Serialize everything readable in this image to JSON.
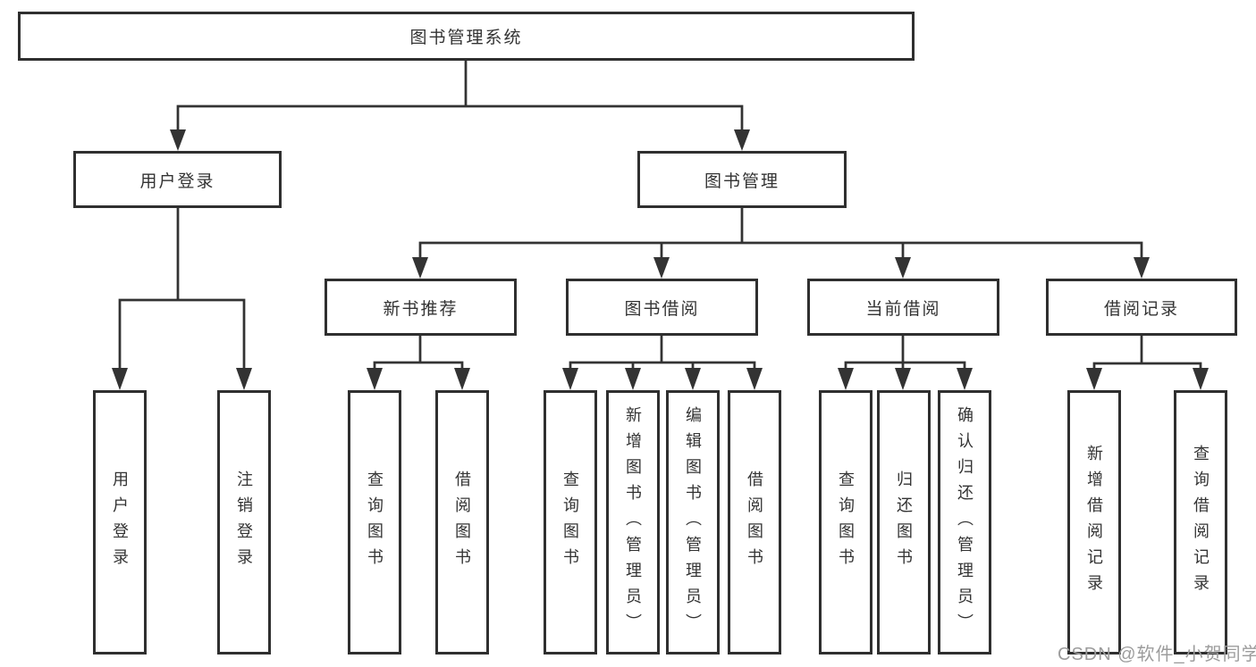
{
  "tree": {
    "label": "图书管理系统",
    "children": [
      {
        "label": "用户登录",
        "children": [
          {
            "label": "用户登录"
          },
          {
            "label": "注销登录"
          }
        ]
      },
      {
        "label": "图书管理",
        "children": [
          {
            "label": "新书推荐",
            "children": [
              {
                "label": "查询图书"
              },
              {
                "label": "借阅图书"
              }
            ]
          },
          {
            "label": "图书借阅",
            "children": [
              {
                "label": "查询图书"
              },
              {
                "label": "新增图书（管理员）"
              },
              {
                "label": "编辑图书（管理员）"
              },
              {
                "label": "借阅图书"
              }
            ]
          },
          {
            "label": "当前借阅",
            "children": [
              {
                "label": "查询图书"
              },
              {
                "label": "归还图书"
              },
              {
                "label": "确认归还（管理员）"
              }
            ]
          },
          {
            "label": "借阅记录",
            "children": [
              {
                "label": "新增借阅记录"
              },
              {
                "label": "查询借阅记录"
              }
            ]
          }
        ]
      }
    ]
  },
  "watermark": {
    "text": "CSDN @软件_小贺同学"
  },
  "colors": {
    "line": "#333333",
    "box_border": "#2f2f2f",
    "text": "#333333",
    "watermark": "#9c9c9c",
    "background": "#ffffff"
  }
}
